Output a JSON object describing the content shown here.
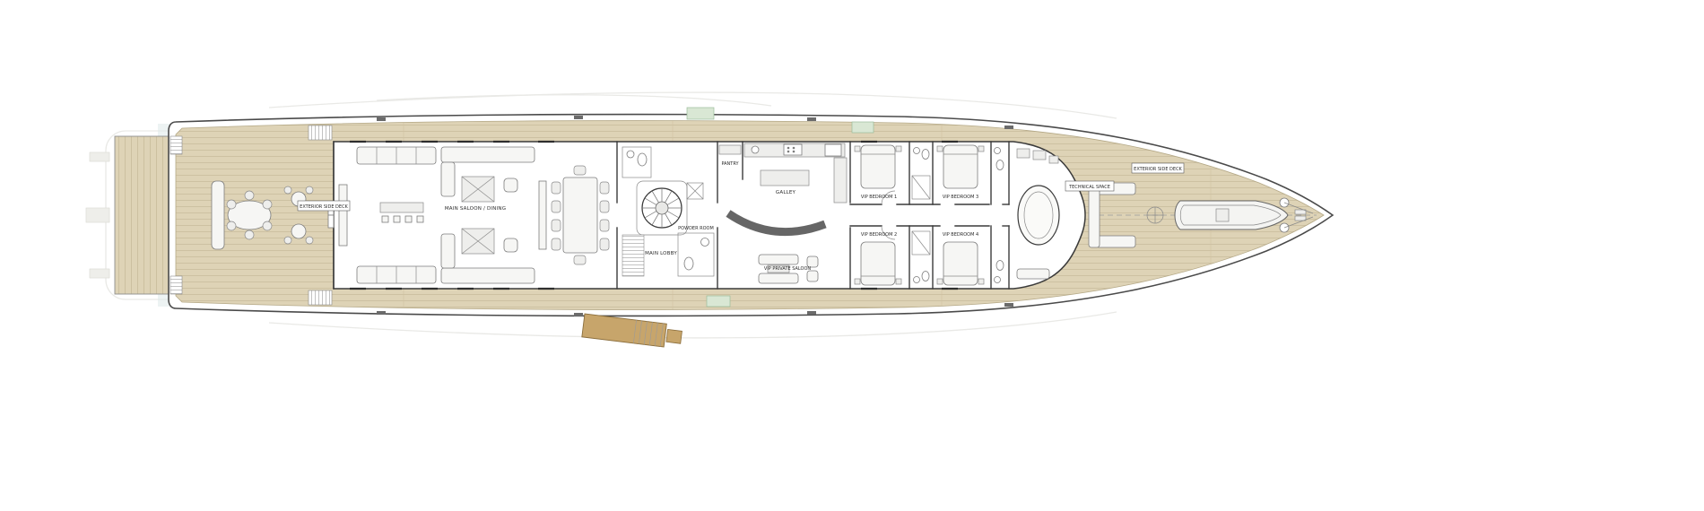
{
  "colors": {
    "deck_wood": "#ded3b6",
    "plank_line": "#c8bb9b",
    "hull_outline": "#4a4a4a",
    "interior_floor": "#ffffff",
    "passerelle_wood": "#c7a56b",
    "locker_green": "#d9e7d4"
  },
  "labels": {
    "side_deck_aft": "EXTERIOR SIDE DECK",
    "main_saloon": "MAIN SALOON / DINING",
    "pantry": "PANTRY",
    "galley": "GALLEY",
    "main_lobby": "MAIN LOBBY",
    "powder_room": "POWDER ROOM",
    "vip_private_saloon": "VIP PRIVATE SALOON",
    "vip_bedroom_1": "VIP BEDROOM 1",
    "vip_bedroom_2": "VIP BEDROOM 2",
    "vip_bedroom_3": "VIP BEDROOM 3",
    "vip_bedroom_4": "VIP BEDROOM 4",
    "technical_space": "TECHNICAL SPACE",
    "side_deck_fwd": "EXTERIOR SIDE DECK"
  }
}
